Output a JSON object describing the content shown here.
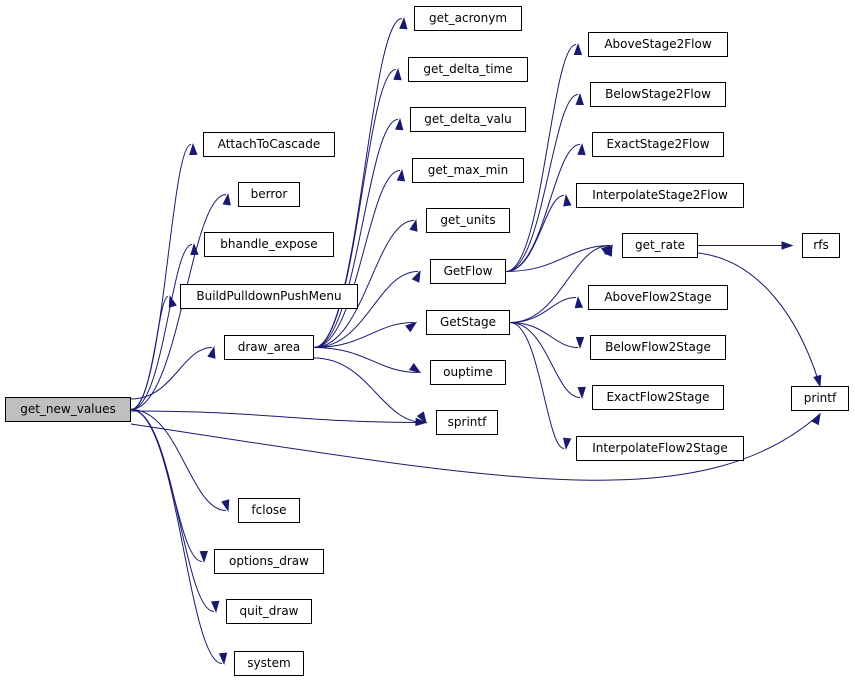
{
  "graph": {
    "edge_color": "#191970",
    "root_fill": "#bfbfbf",
    "node_fill": "#ffffff",
    "nodes": {
      "get_new_values": "get_new_values",
      "AttachToCascade": "AttachToCascade",
      "berror": "berror",
      "bhandle_expose": "bhandle_expose",
      "BuildPulldownPushMenu": "BuildPulldownPushMenu",
      "draw_area": "draw_area",
      "sprintf": "sprintf",
      "printf": "printf",
      "fclose": "fclose",
      "options_draw": "options_draw",
      "quit_draw": "quit_draw",
      "system": "system",
      "get_acronym": "get_acronym",
      "get_delta_time": "get_delta_time",
      "get_delta_valu": "get_delta_valu",
      "get_max_min": "get_max_min",
      "get_units": "get_units",
      "GetFlow": "GetFlow",
      "GetStage": "GetStage",
      "ouptime": "ouptime",
      "AboveStage2Flow": "AboveStage2Flow",
      "BelowStage2Flow": "BelowStage2Flow",
      "ExactStage2Flow": "ExactStage2Flow",
      "InterpolateStage2Flow": "InterpolateStage2Flow",
      "get_rate": "get_rate",
      "AboveFlow2Stage": "AboveFlow2Stage",
      "BelowFlow2Stage": "BelowFlow2Stage",
      "ExactFlow2Stage": "ExactFlow2Stage",
      "InterpolateFlow2Stage": "InterpolateFlow2Stage",
      "rfs": "rfs"
    },
    "edges": [
      [
        "get_new_values",
        "AttachToCascade"
      ],
      [
        "get_new_values",
        "berror"
      ],
      [
        "get_new_values",
        "bhandle_expose"
      ],
      [
        "get_new_values",
        "BuildPulldownPushMenu"
      ],
      [
        "get_new_values",
        "draw_area"
      ],
      [
        "get_new_values",
        "sprintf"
      ],
      [
        "get_new_values",
        "printf"
      ],
      [
        "get_new_values",
        "fclose"
      ],
      [
        "get_new_values",
        "options_draw"
      ],
      [
        "get_new_values",
        "quit_draw"
      ],
      [
        "get_new_values",
        "system"
      ],
      [
        "draw_area",
        "get_acronym"
      ],
      [
        "draw_area",
        "get_delta_time"
      ],
      [
        "draw_area",
        "get_delta_valu"
      ],
      [
        "draw_area",
        "get_max_min"
      ],
      [
        "draw_area",
        "get_units"
      ],
      [
        "draw_area",
        "GetFlow"
      ],
      [
        "draw_area",
        "GetStage"
      ],
      [
        "draw_area",
        "ouptime"
      ],
      [
        "draw_area",
        "sprintf"
      ],
      [
        "GetFlow",
        "AboveStage2Flow"
      ],
      [
        "GetFlow",
        "BelowStage2Flow"
      ],
      [
        "GetFlow",
        "ExactStage2Flow"
      ],
      [
        "GetFlow",
        "InterpolateStage2Flow"
      ],
      [
        "GetFlow",
        "get_rate"
      ],
      [
        "GetStage",
        "get_rate"
      ],
      [
        "GetStage",
        "AboveFlow2Stage"
      ],
      [
        "GetStage",
        "BelowFlow2Stage"
      ],
      [
        "GetStage",
        "ExactFlow2Stage"
      ],
      [
        "GetStage",
        "InterpolateFlow2Stage"
      ],
      [
        "get_rate",
        "rfs"
      ],
      [
        "get_rate",
        "printf"
      ]
    ]
  }
}
